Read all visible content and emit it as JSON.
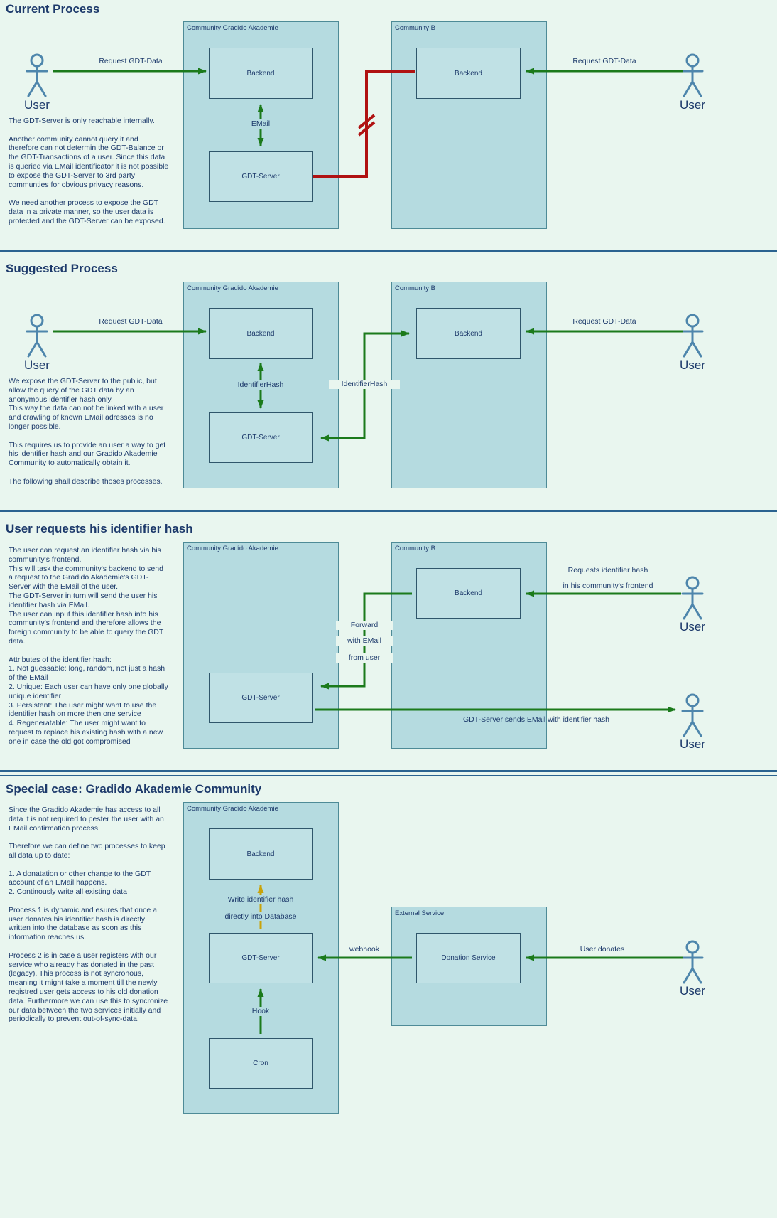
{
  "colors": {
    "background": "#e9f6ef",
    "container_fill": "#b5dbe0",
    "container_border": "#4e8b97",
    "node_fill": "#c0e1e5",
    "node_border": "#2f566b",
    "text": "#1d3a6b",
    "arrow_green": "#1b7a1b",
    "arrow_red": "#b01212",
    "arrow_yellow": "#c9a30a",
    "actor": "#4e86ac",
    "separator": "#2b6390"
  },
  "sections": [
    {
      "heading": "Current Process",
      "description": "The GDT-Server is only reachable internally.\n\nAnother community cannot query it and\ntherefore can not determin the GDT-Balance or\nthe GDT-Transactions of a user. Since this data\nis queried via EMail identificator it is not possible\nto expose the GDT-Server to 3rd party\ncommunties for obvious privacy reasons.\n\nWe need another process to expose the GDT\ndata in a private manner, so the user data is\nprotected and the GDT-Server can be exposed.",
      "container_a": {
        "label": "Community Gradido Akademie",
        "backend": "Backend",
        "gdt": "GDT-Server"
      },
      "container_b": {
        "label": "Community B",
        "backend": "Backend"
      },
      "labels": {
        "left_request": "Request GDT-Data",
        "right_request": "Request GDT-Data",
        "link": "EMail"
      },
      "users": {
        "left": "User",
        "right": "User"
      }
    },
    {
      "heading": "Suggested Process",
      "description": "We expose the GDT-Server to the public, but\nallow the query of the GDT data by an\nanonymous identifier hash only.\nThis way the data can not be linked with a user\nand crawling of known EMail adresses is no\nlonger possible.\n\nThis requires us to provide an user a way to get\nhis identifier hash and our Gradido Akademie\nCommunity to automatically obtain it.\n\nThe following shall describe thoses processes.",
      "container_a": {
        "label": "Community Gradido Akademie",
        "backend": "Backend",
        "gdt": "GDT-Server"
      },
      "container_b": {
        "label": "Community B",
        "backend": "Backend"
      },
      "labels": {
        "left_request": "Request GDT-Data",
        "right_request": "Request GDT-Data",
        "link": "IdentifierHash",
        "elbow": "IdentifierHash"
      },
      "users": {
        "left": "User",
        "right": "User"
      }
    },
    {
      "heading": "User requests his identifier hash",
      "description": "The user can request an identifier hash via his\ncommunity's frontend.\nThis will task the community's backend to send\na request to the Gradido Akademie's GDT-\nServer with the EMail of the user.\nThe GDT-Server in turn will send the user his\nidentifier hash via EMail.\nThe user can input this identifier hash into his\ncommunity's frontend and therefore allows the\nforeign community to be able to query the GDT\ndata.\n\nAttributes of the identifier hash:\n1. Not guessable: long, random, not just a hash\nof the EMail\n2. Unique: Each user can have only one globally\nunique identifier\n3. Persistent: The user might want to use the\nidentifier hash on more then one service\n4. Regeneratable: The user might want to\nrequest to replace his existing hash with a new\none in case the old got compromised",
      "container_a": {
        "label": "Community Gradido Akademie",
        "gdt": "GDT-Server"
      },
      "container_b": {
        "label": "Community B",
        "backend": "Backend"
      },
      "labels": {
        "request": [
          "Requests identifier hash",
          "in his community's frontend"
        ],
        "forward": [
          "Forward",
          "with EMail",
          "from user"
        ],
        "send": "GDT-Server sends EMail with identifier hash"
      },
      "users": {
        "top": "User",
        "bottom": "User"
      }
    },
    {
      "heading": "Special case: Gradido Akademie Community",
      "description": "Since the Gradido Akademie has access to all\ndata it is not required to pester the user with an\nEMail confirmation process.\n\nTherefore we can define two processes to keep\nall data up to date:\n\n1. A donatation or other change to the GDT\naccount of an EMail happens.\n2. Continously write all existing data\n\nProcess 1 is dynamic and esures that once a\nuser donates his identifier hash is directly\nwritten into the database as soon as this\ninformation reaches us.\n\nProcess 2 is in case a user registers with our\nservice who already has donated in the past\n(legacy). This process is not syncronous,\nmeaning it might take a moment till the newly\nregistred user gets access to his old donation\ndata. Furthermore we can use this to syncronize\nour data between the two services initially and\nperiodically to prevent out-of-sync-data.",
      "container_a": {
        "label": "Community Gradido Akademie",
        "backend": "Backend",
        "gdt": "GDT-Server",
        "cron": "Cron"
      },
      "external": {
        "label": "External Service",
        "donation": "Donation Service"
      },
      "labels": {
        "write": [
          "Write identifier hash",
          "directly into Database"
        ],
        "hook": "Hook",
        "webhook": "webhook",
        "donates": "User donates"
      },
      "users": {
        "right": "User"
      }
    }
  ]
}
